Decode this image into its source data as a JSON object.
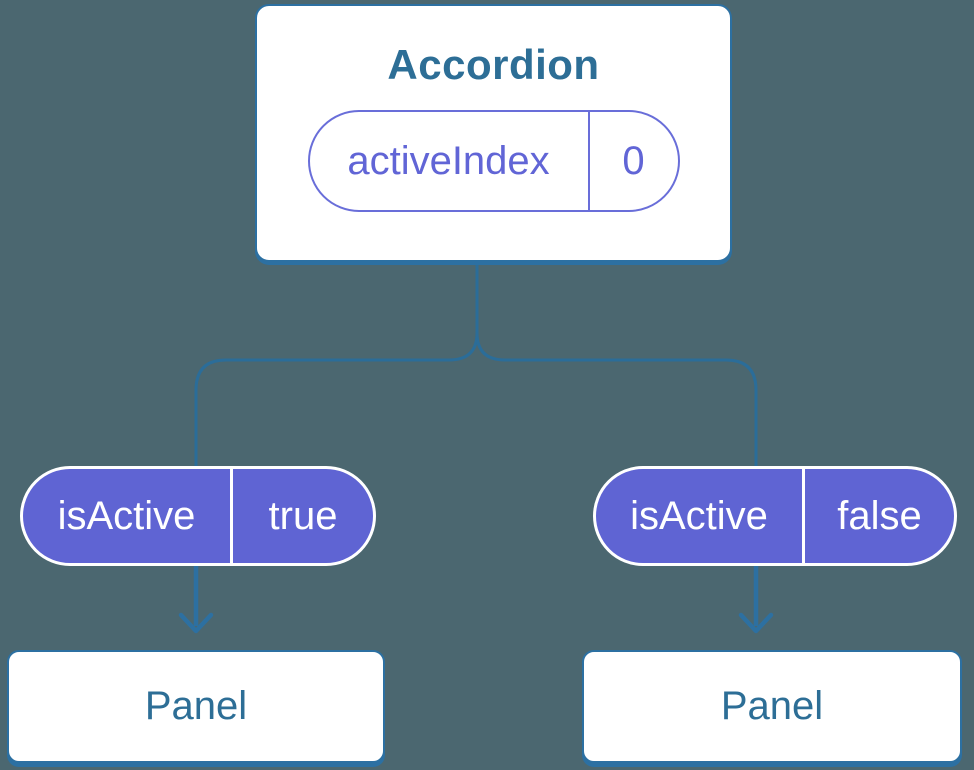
{
  "colors": {
    "background": "#4B6770",
    "connector_blue": "#2B6D99",
    "arrow_blue": "#2D70A1",
    "node_border_blue": "#2C70A2",
    "heading_blue": "#2D6E96",
    "pill_fill_purple": "#5F64D3",
    "pill_outline_purple": "#696ED9",
    "node_background": "#FFFFFF"
  },
  "tree": {
    "root": {
      "title": "Accordion",
      "state": {
        "name": "activeIndex",
        "value": "0"
      }
    },
    "children": [
      {
        "prop_name": "isActive",
        "prop_value": "true",
        "label": "Panel"
      },
      {
        "prop_name": "isActive",
        "prop_value": "false",
        "label": "Panel"
      }
    ]
  }
}
